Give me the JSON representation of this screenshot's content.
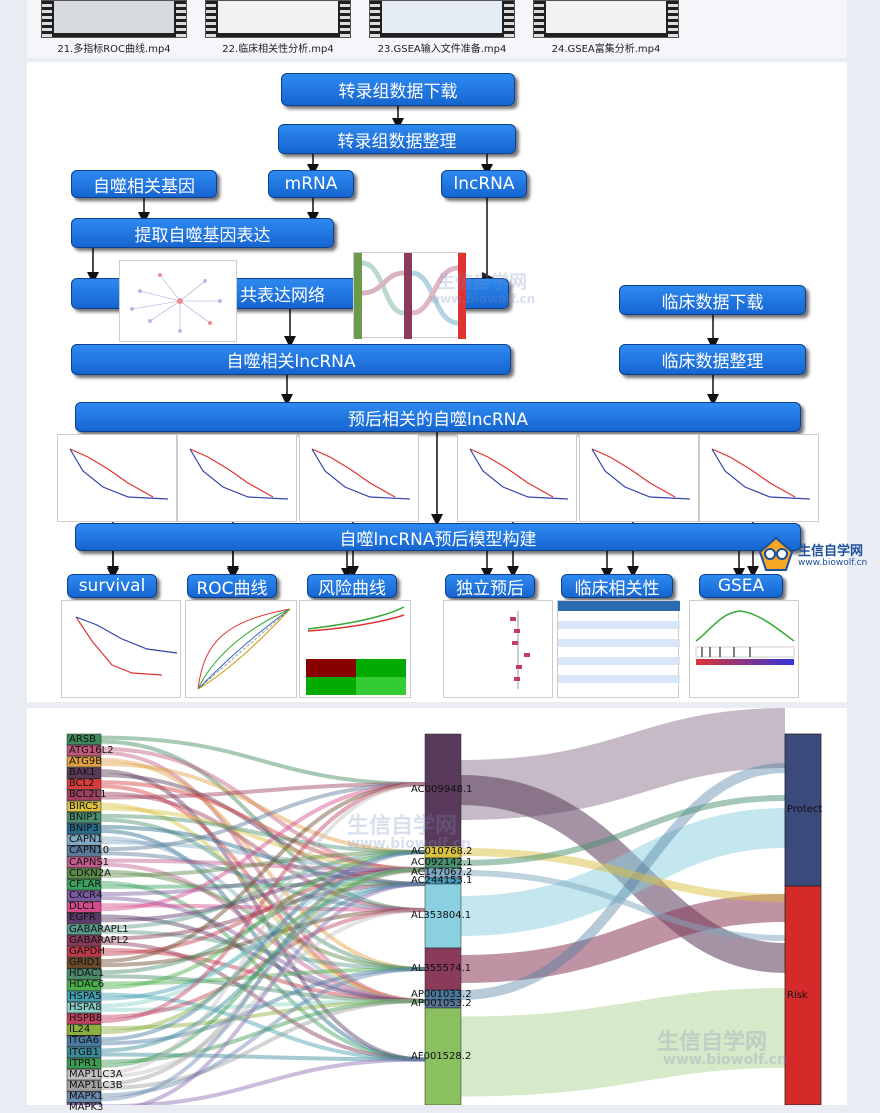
{
  "videos": [
    {
      "caption": "21.多指标ROC曲线.mp4"
    },
    {
      "caption": "22.临床相关性分析.mp4"
    },
    {
      "caption": "23.GSEA输入文件准备.mp4"
    },
    {
      "caption": "24.GSEA富集分析.mp4"
    }
  ],
  "flowchart": {
    "download": "转录组数据下载",
    "organize": "转录组数据整理",
    "autophagy_genes": "自噬相关基因",
    "mrna": "mRNA",
    "lncrna": "lncRNA",
    "extract": "提取自噬基因表达",
    "coexp": "共表达网络",
    "clin_download": "临床数据下载",
    "clin_organize": "临床数据整理",
    "auto_lnc": "自噬相关lncRNA",
    "prognostic": "预后相关的自噬lncRNA",
    "model": "自噬lncRNA预后模型构建",
    "outputs": [
      "survival",
      "ROC曲线",
      "风险曲线",
      "独立预后",
      "临床相关性",
      "GSEA"
    ]
  },
  "watermark": {
    "name": "生信自学网",
    "url": "www.biowolf.cn"
  },
  "sankey": {
    "genes": [
      "ARSB",
      "ATG16L2",
      "ATG9B",
      "BAK1",
      "BCL2",
      "BCL2L1",
      "BIRC5",
      "BNIP1",
      "BNIP3",
      "CAPN1",
      "CAPN10",
      "CAPNS1",
      "CDKN2A",
      "CFLAR",
      "CXCR4",
      "DLC1",
      "EGFR",
      "GABARAPL1",
      "GABARAPL2",
      "GAPDH",
      "GRID1",
      "HDAC1",
      "HDAC6",
      "HSPA5",
      "HSPA8",
      "HSPB8",
      "IL24",
      "ITGA6",
      "ITGB1",
      "ITPR1",
      "MAP1LC3A",
      "MAP1LC3B",
      "MAPK1",
      "MAPK3"
    ],
    "lncrnas": [
      "AC009948.1",
      "AC010768.2",
      "AC092142.1",
      "AC147067.2",
      "AC244153.1",
      "AL353804.1",
      "AL355574.1",
      "AP001033.2",
      "AP001053.2",
      "AF001528.2"
    ],
    "risk": [
      "Protect",
      "Risk"
    ],
    "colors": [
      "#3e8a5a",
      "#c0587a",
      "#e0a040",
      "#5a3a5a",
      "#d63c3c",
      "#a04060",
      "#d9c040",
      "#4a9070",
      "#2a6a8a",
      "#80a8c0",
      "#5a7a9a",
      "#c05a8a",
      "#5a8a4a",
      "#3aa060",
      "#7a5aa0",
      "#d44a8a",
      "#5a3a6a",
      "#5a9a8a",
      "#8a3a5a",
      "#c03a4a",
      "#6a4a2a",
      "#4a8a6a",
      "#4ab04a",
      "#40a0b0",
      "#8ad0c8",
      "#c04060",
      "#8ab040",
      "#4a7aa0",
      "#3a8a9a",
      "#3a9a50",
      "#c0c0c0",
      "#a0a0a0",
      "#6a8ab0",
      "#8a6ab0"
    ]
  }
}
